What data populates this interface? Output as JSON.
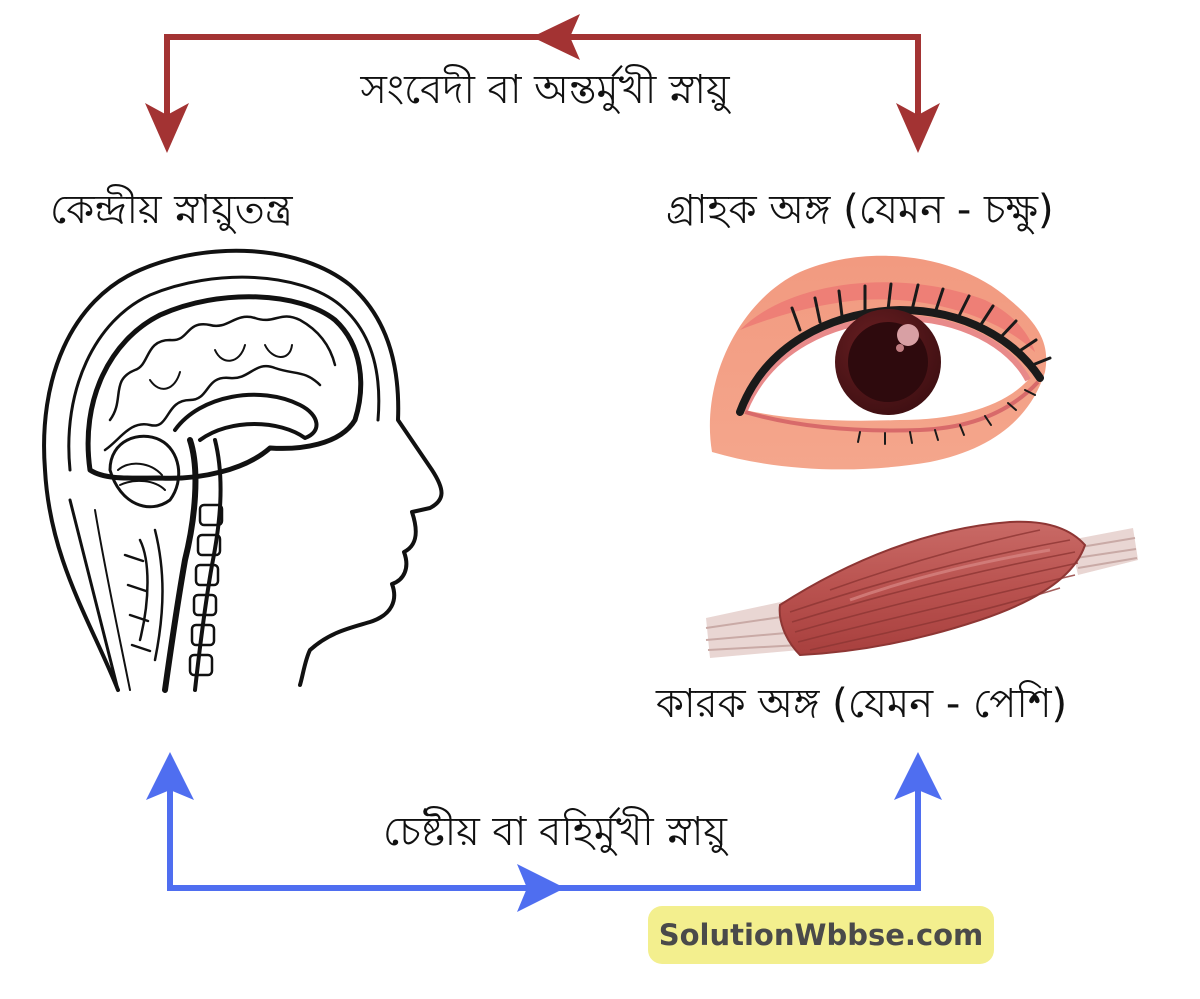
{
  "diagram": {
    "sensory_nerve_label": "সংবেদী বা অন্তর্মুখী স্নায়ু",
    "motor_nerve_label": "চেষ্টীয় বা বহির্মুখী স্নায়ু",
    "cns_label": "কেন্দ্রীয় স্নায়ুতন্ত্র",
    "receptor_label": "গ্রাহক অঙ্গ (যেমন - চক্ষু)",
    "effector_label": "কারক অঙ্গ (যেমন - পেশি)",
    "watermark": "SolutionWbbse.com"
  },
  "colors": {
    "sensory_arrow": "#a33333",
    "motor_arrow": "#4f6ef0",
    "watermark_bg": "#f3ef8e"
  },
  "icons": {
    "head": "brain-head-icon",
    "eye": "eye-icon",
    "muscle": "muscle-icon"
  }
}
